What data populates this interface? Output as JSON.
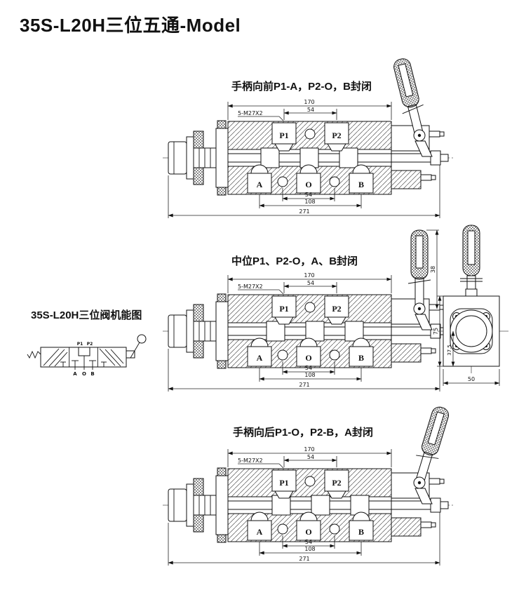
{
  "title": "35S-L20H三位五通-Model",
  "drawings": [
    {
      "caption": "手柄向前P1-A，P2-O，B封闭"
    },
    {
      "caption": "中位P1、P2-O，A、B封闭"
    },
    {
      "caption": "手柄向后P1-O，P2-B，A封闭"
    }
  ],
  "schematic": {
    "label": "35S-L20H三位阀机能图"
  },
  "ports": {
    "p1": "P1",
    "p2": "P2",
    "a": "A",
    "o": "O",
    "b": "B"
  },
  "dims": {
    "body_width": "170",
    "port_spacing": "54",
    "thread": "5-M27X2",
    "ab_spacing": "108",
    "overall_length": "271",
    "handle_height": "38",
    "side_height": "75",
    "side_center": "37.5",
    "side_width": "50"
  }
}
